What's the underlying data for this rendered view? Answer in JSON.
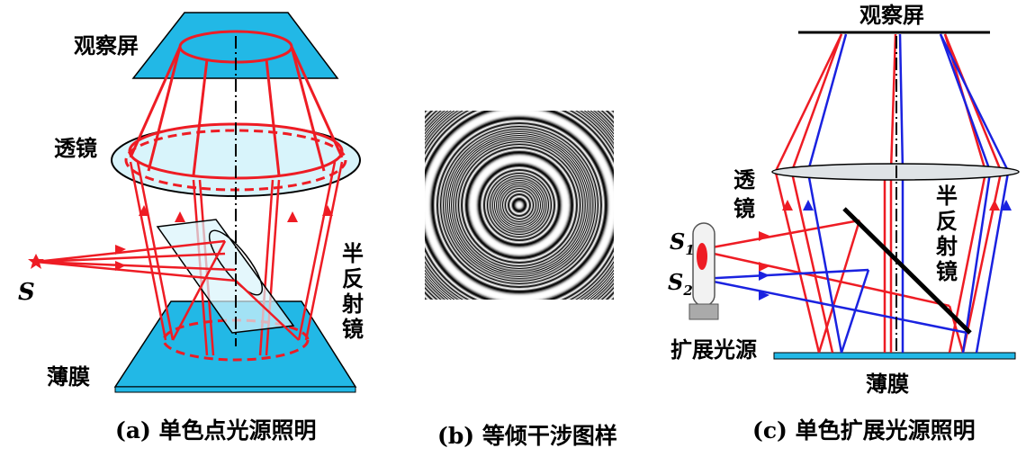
{
  "panel_a": {
    "screen": "观察屏",
    "lens": "透镜",
    "film": "薄膜",
    "source": "S",
    "mirror_chars": [
      "半",
      "反",
      "射",
      "镜"
    ],
    "caption": "(a) 单色点光源照明"
  },
  "panel_b": {
    "caption": "(b) 等倾干涉图样"
  },
  "panel_c": {
    "screen": "观察屏",
    "lens_chars": [
      "透",
      "镜"
    ],
    "mirror_chars": [
      "半",
      "反",
      "射",
      "镜"
    ],
    "s1": "S",
    "s1_sub": "1",
    "s2": "S",
    "s2_sub": "2",
    "extended_source": "扩展光源",
    "film": "薄膜",
    "caption": "(c) 单色扩展光源照明"
  },
  "colors": {
    "cyan": "#22b8e6",
    "light_cyan": "#d8f4fb",
    "red": "#ee1c24",
    "blue": "#1a22e0"
  }
}
